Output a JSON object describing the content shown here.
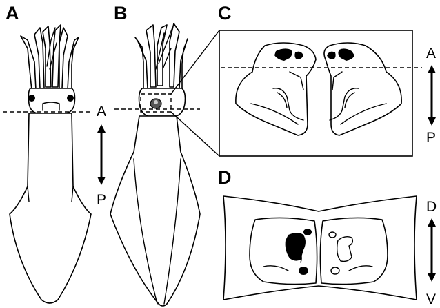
{
  "panels": {
    "a": {
      "label": "A",
      "axis_top": "A",
      "axis_bottom": "P"
    },
    "b": {
      "label": "B"
    },
    "c": {
      "label": "C",
      "axis_top": "A",
      "axis_bottom": "P"
    },
    "d": {
      "label": "D",
      "axis_top": "D",
      "axis_bottom": "V"
    }
  },
  "colors": {
    "ink": "#000000",
    "background": "#ffffff",
    "shaded": "#555555"
  }
}
